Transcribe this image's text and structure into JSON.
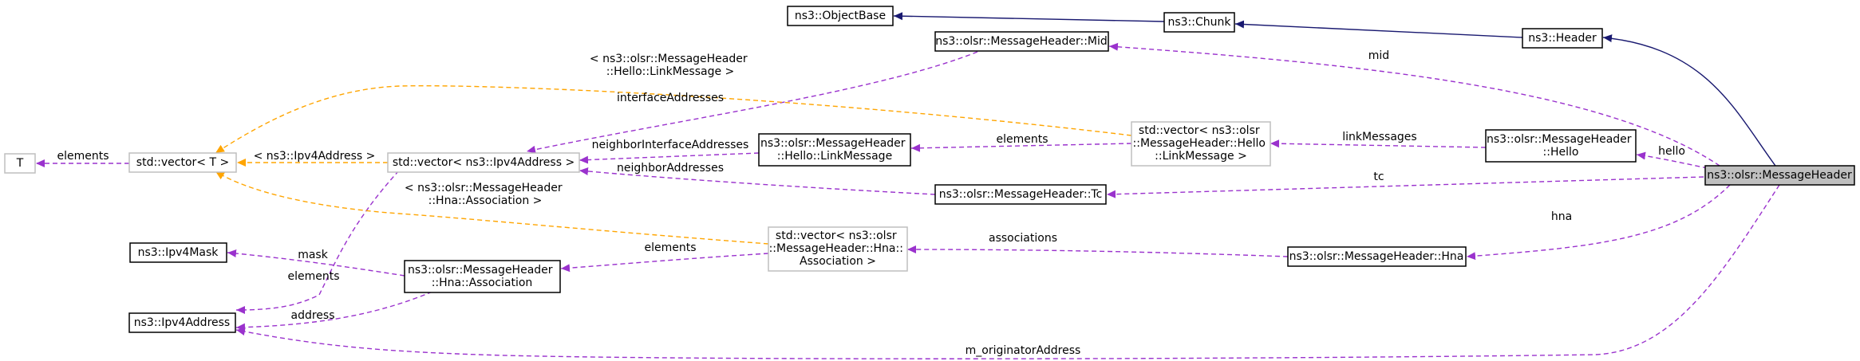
{
  "nodes": {
    "objectbase": [
      "ns3::ObjectBase"
    ],
    "chunk": [
      "ns3::Chunk"
    ],
    "header": [
      "ns3::Header"
    ],
    "mid": [
      "ns3::olsr::MessageHeader::Mid"
    ],
    "vec_hello": [
      "std::vector< ns3::olsr",
      "::MessageHeader::Hello",
      "::LinkMessage >"
    ],
    "hello": [
      "ns3::olsr::MessageHeader",
      "::Hello"
    ],
    "messageheader": [
      "ns3::olsr::MessageHeader"
    ],
    "t": [
      "T"
    ],
    "vector_t": [
      "std::vector< T >"
    ],
    "vec_ipv4": [
      "std::vector< ns3::Ipv4Address >"
    ],
    "linkmessage": [
      "ns3::olsr::MessageHeader",
      "::Hello::LinkMessage"
    ],
    "tc": [
      "ns3::olsr::MessageHeader::Tc"
    ],
    "ipv4mask": [
      "ns3::Ipv4Mask"
    ],
    "hna_assoc": [
      "ns3::olsr::MessageHeader",
      "::Hna::Association"
    ],
    "vec_hna": [
      "std::vector< ns3::olsr",
      "::MessageHeader::Hna::",
      "Association >"
    ],
    "hna": [
      "ns3::olsr::MessageHeader::Hna"
    ],
    "ipv4address": [
      "ns3::Ipv4Address"
    ]
  },
  "edge_labels": {
    "mid": [
      "mid"
    ],
    "interface_addresses": [
      "interfaceAddresses"
    ],
    "hello_link_template": [
      "< ns3::olsr::MessageHeader",
      "::Hello::LinkMessage >"
    ],
    "link_messages": [
      "linkMessages"
    ],
    "hello": [
      "hello"
    ],
    "elements_t": [
      "elements"
    ],
    "ipv4_template": [
      "< ns3::Ipv4Address >"
    ],
    "neighbor_interface_addresses": [
      "neighborInterfaceAddresses"
    ],
    "elements_linkmsg": [
      "elements"
    ],
    "neighbor_addresses": [
      "neighborAddresses"
    ],
    "tc": [
      "tc"
    ],
    "hna_assoc_template": [
      "< ns3::olsr::MessageHeader",
      "::Hna::Association >"
    ],
    "hna": [
      "hna"
    ],
    "mask": [
      "mask"
    ],
    "elements_assoc": [
      "elements"
    ],
    "associations": [
      "associations"
    ],
    "elements_ipv4": [
      "elements"
    ],
    "address": [
      "address"
    ],
    "m_originator_address": [
      "m_originatorAddress"
    ]
  },
  "colors": {
    "inheritance": "#191970",
    "usage": "#9a32cd",
    "template": "#ffa500",
    "focus_fill": "#bfbfbf",
    "grey_border": "#bfbfbf"
  }
}
